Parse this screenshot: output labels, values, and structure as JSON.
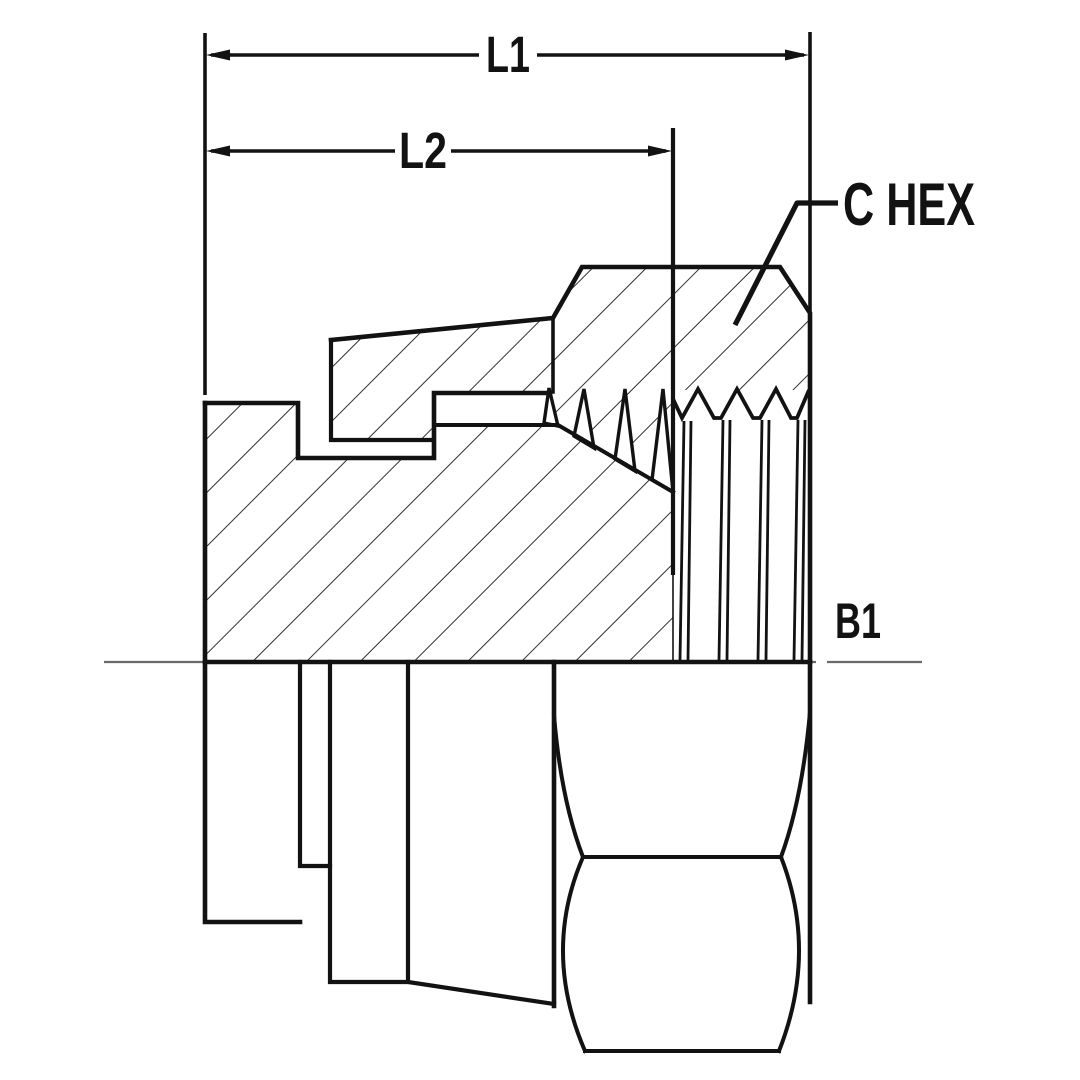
{
  "drawing": {
    "type": "engineering-section-drawing",
    "labels": {
      "overall_length": "L1",
      "to_shoulder_length": "L2",
      "hex_flats": "C HEX",
      "thread": "B1"
    },
    "colors": {
      "background": "#ffffff",
      "ink": "#121212",
      "hatch": "#2f2f2f",
      "centerline": "#6a6a6a"
    }
  }
}
